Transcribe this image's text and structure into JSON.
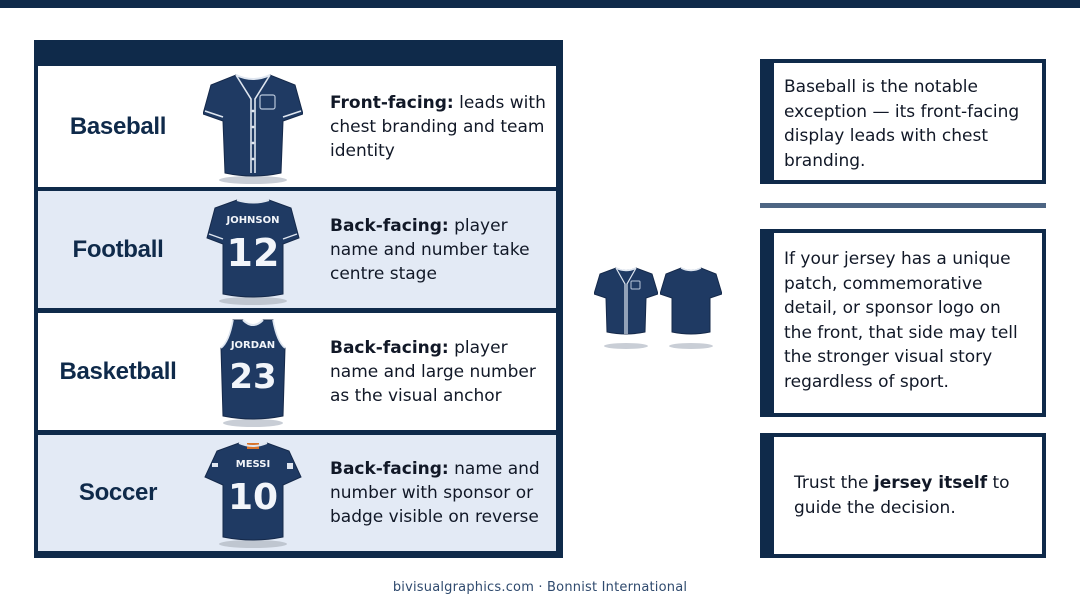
{
  "colors": {
    "navy": "#0f2a4a",
    "row_alt": "#e3eaf5",
    "jersey": "#1f3a63",
    "jersey_trim": "#dfe6f0",
    "number_text": "#f2f5fa"
  },
  "sports": [
    {
      "sport": "Baseball",
      "jersey_view": "front",
      "jersey_icon": "baseball-jersey-front-icon",
      "desc_bold": "Front-facing:",
      "desc_rest": " leads with chest branding and team identity"
    },
    {
      "sport": "Football",
      "jersey_view": "back",
      "jersey_icon": "football-jersey-back-icon",
      "jersey_name": "JOHNSON",
      "jersey_number": "12",
      "desc_bold": "Back-facing:",
      "desc_rest": " player name and number take centre stage"
    },
    {
      "sport": "Basketball",
      "jersey_view": "back",
      "jersey_icon": "basketball-jersey-back-icon",
      "jersey_name": "JORDAN",
      "jersey_number": "23",
      "desc_bold": "Back-facing:",
      "desc_rest": " player name and large number as the visual anchor"
    },
    {
      "sport": "Soccer",
      "jersey_view": "back",
      "jersey_icon": "soccer-jersey-back-icon",
      "jersey_name": "MESSI",
      "jersey_number": "10",
      "desc_bold": "Back-facing:",
      "desc_rest": " name and number with sponsor or badge visible on reverse"
    }
  ],
  "middle_illustration": {
    "icons": [
      "jersey-front-icon",
      "jersey-back-icon"
    ]
  },
  "callouts": {
    "callout_1": "Baseball is the notable exception — its front-facing display leads with chest branding.",
    "callout_2": "If your jersey has a unique patch, commemorative detail, or sponsor logo on the front, that side may tell the stronger visual story regardless of sport.",
    "callout_3_pre": "Trust the ",
    "callout_3_bold": "jersey itself",
    "callout_3_post": " to guide the decision."
  },
  "footer": "bivisualgraphics.com · Bonnist International"
}
